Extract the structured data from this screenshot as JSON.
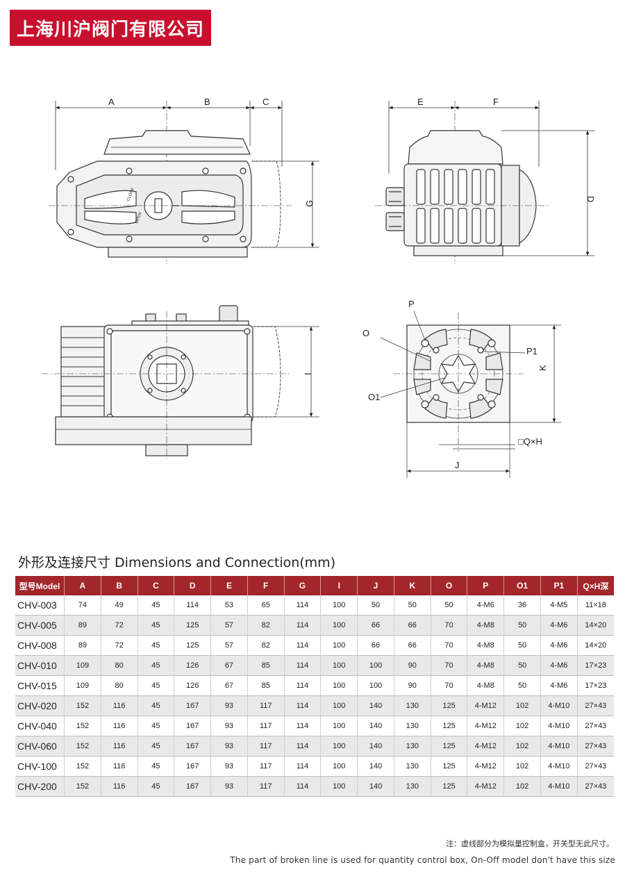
{
  "brand": {
    "company_name": "上海川沪阀门有限公司",
    "color": "#c8102e"
  },
  "drawings": {
    "side_view_labels": [
      "A",
      "B",
      "C",
      "G"
    ],
    "side_panel_text": [
      "OPEN",
      "CLOSE"
    ],
    "end_view_labels": [
      "E",
      "F",
      "D"
    ],
    "bottom_view_labels": [
      "I"
    ],
    "flange_view_labels": [
      "P",
      "O",
      "P1",
      "O1",
      "K",
      "J",
      "□Q×H"
    ]
  },
  "section_title": "外形及连接尺寸 Dimensions and Connection(mm)",
  "table": {
    "header_color": "#a2262b",
    "columns": [
      "型号Model",
      "A",
      "B",
      "C",
      "D",
      "E",
      "F",
      "G",
      "I",
      "J",
      "K",
      "O",
      "P",
      "O1",
      "P1",
      "Q×H深"
    ],
    "rows": [
      [
        "CHV-003",
        "74",
        "49",
        "45",
        "114",
        "53",
        "65",
        "114",
        "100",
        "50",
        "50",
        "50",
        "4-M6",
        "36",
        "4-M5",
        "11×18"
      ],
      [
        "CHV-005",
        "89",
        "72",
        "45",
        "125",
        "57",
        "82",
        "114",
        "100",
        "66",
        "66",
        "70",
        "4-M8",
        "50",
        "4-M6",
        "14×20"
      ],
      [
        "CHV-008",
        "89",
        "72",
        "45",
        "125",
        "57",
        "82",
        "114",
        "100",
        "66",
        "66",
        "70",
        "4-M8",
        "50",
        "4-M6",
        "14×20"
      ],
      [
        "CHV-010",
        "109",
        "80",
        "45",
        "126",
        "67",
        "85",
        "114",
        "100",
        "100",
        "90",
        "70",
        "4-M8",
        "50",
        "4-M6",
        "17×23"
      ],
      [
        "CHV-015",
        "109",
        "80",
        "45",
        "126",
        "67",
        "85",
        "114",
        "100",
        "100",
        "90",
        "70",
        "4-M8",
        "50",
        "4-M6",
        "17×23"
      ],
      [
        "CHV-020",
        "152",
        "116",
        "45",
        "167",
        "93",
        "117",
        "114",
        "100",
        "140",
        "130",
        "125",
        "4-M12",
        "102",
        "4-M10",
        "27×43"
      ],
      [
        "CHV-040",
        "152",
        "116",
        "45",
        "167",
        "93",
        "117",
        "114",
        "100",
        "140",
        "130",
        "125",
        "4-M12",
        "102",
        "4-M10",
        "27×43"
      ],
      [
        "CHV-060",
        "152",
        "116",
        "45",
        "167",
        "93",
        "117",
        "114",
        "100",
        "140",
        "130",
        "125",
        "4-M12",
        "102",
        "4-M10",
        "27×43"
      ],
      [
        "CHV-100",
        "152",
        "116",
        "45",
        "167",
        "93",
        "117",
        "114",
        "100",
        "140",
        "130",
        "125",
        "4-M12",
        "102",
        "4-M10",
        "27×43"
      ],
      [
        "CHV-200",
        "152",
        "116",
        "45",
        "167",
        "93",
        "117",
        "114",
        "100",
        "140",
        "130",
        "125",
        "4-M12",
        "102",
        "4-M10",
        "27×43"
      ]
    ]
  },
  "notes": {
    "cn": "注：虚线部分为模拟量控制盒，开关型无此尺寸。",
    "en": "The part of broken line is used for quantity control box, On-Off model don't have this size"
  }
}
